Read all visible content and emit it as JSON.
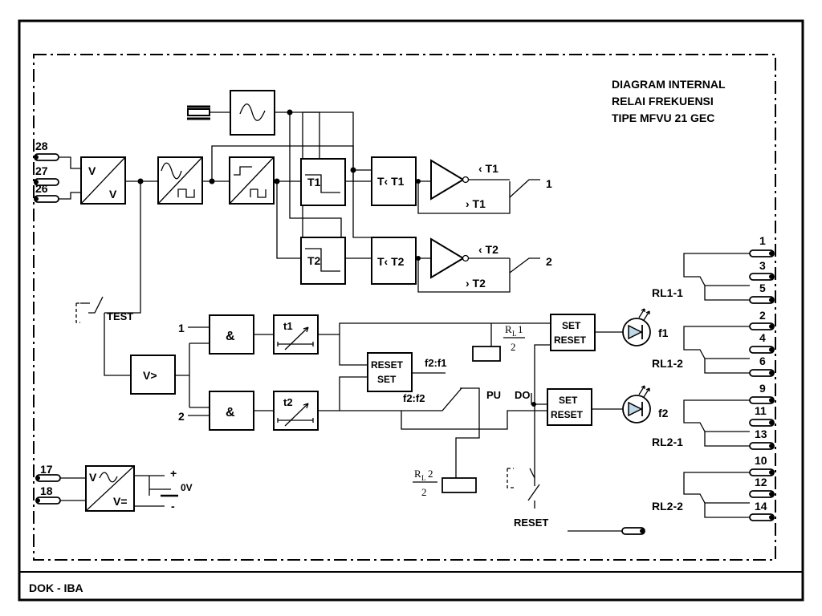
{
  "title": [
    "DIAGRAM  INTERNAL",
    "RELAI FREKUENSI",
    "TIPE MFVU 21 GEC"
  ],
  "footer": "DOK - IBA",
  "input_terminals": [
    "28",
    "27",
    "26"
  ],
  "aux_terminals": [
    "17",
    "18"
  ],
  "blocks": {
    "vv_top": "V",
    "vv_bottom": "V",
    "t1": "T1",
    "t2": "T2",
    "tcmp1": "T‹ T1",
    "tcmp2": "T‹ T2",
    "and1": "&",
    "and2": "&",
    "timer1": "t1",
    "timer2": "t2",
    "vgt": "V>",
    "reset_set": [
      "RESET",
      "SET"
    ],
    "set_reset_1": [
      "SET",
      "RESET"
    ],
    "set_reset_2": [
      "SET",
      "RESET"
    ],
    "ps_top": "V",
    "ps_bottom": "V="
  },
  "comparator_labels": {
    "c1_lt": "‹ T1",
    "c1_gt": "› T1",
    "c2_lt": "‹ T2",
    "c2_gt": "› T2"
  },
  "outputs": {
    "out1": "1",
    "out2": "2"
  },
  "logic_inputs": {
    "in1": "1",
    "in2": "2"
  },
  "misc": {
    "test": "TEST",
    "f2f1": "f2:f1",
    "f2f2": "f2:f2",
    "pu": "PU",
    "do": "DO",
    "reset": "RESET",
    "f1": "f1",
    "f2": "f2",
    "plus": "+",
    "zero_v": "0V",
    "minus": "-",
    "rl1": "R",
    "rl1_sub": "L",
    "rl1_num": "1",
    "rl2": "R",
    "rl2_sub": "L",
    "rl2_num": "2",
    "half1": "2",
    "half2": "2"
  },
  "relays": [
    {
      "name": "RL1-1",
      "terminals": [
        "1",
        "3",
        "5"
      ]
    },
    {
      "name": "RL1-2",
      "terminals": [
        "2",
        "4",
        "6"
      ]
    },
    {
      "name": "RL2-1",
      "terminals": [
        "9",
        "11",
        "13"
      ]
    },
    {
      "name": "RL2-2",
      "terminals": [
        "10",
        "12",
        "14"
      ]
    }
  ]
}
